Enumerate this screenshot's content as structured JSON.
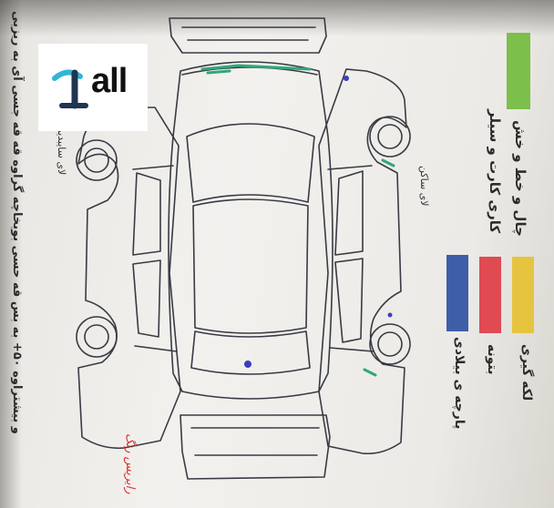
{
  "logo": {
    "text": "all"
  },
  "legend": {
    "items": [
      {
        "color": "#7cbf4a",
        "label": "چال و خط و خش"
      },
      {
        "color": "#7cbf4a",
        "label": "کاری کارت و سیلر"
      },
      {
        "color": "#e7c440",
        "label": "لکه گیری"
      },
      {
        "color": "#e04a52",
        "label": "بتونه"
      },
      {
        "color": "#3f5ea8",
        "label": "پارچه ی بیلادی"
      }
    ]
  },
  "diagram_labels": {
    "right_side": "لای ساکن",
    "left_side": "لای سایبدیر",
    "handwritten_note": "رایریس رنگ"
  },
  "bottom_note": "و بیشتراوه ۵۰+ به بس قه حسی بوبخاچه گراوه قه قه جسی آی به ریزبی"
}
